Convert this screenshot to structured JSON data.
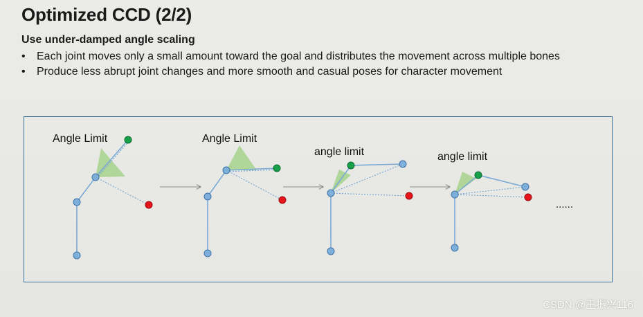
{
  "slide": {
    "title": "Optimized CCD (2/2)",
    "subtitle": "Use under-damped angle scaling",
    "bullet_marker": "•",
    "bullets": [
      "Each joint moves only a small amount toward the goal and distributes the movement across multiple bones",
      "Produce less abrupt joint changes and more smooth and casual poses for character movement"
    ]
  },
  "diagram": {
    "stage_labels": [
      "Angle Limit",
      "Angle Limit",
      "angle limit",
      "angle limit"
    ],
    "continuation": "......",
    "colors": {
      "joint": "#7fb0dc",
      "joint_stroke": "#3f73a6",
      "bone": "#79a9d4",
      "effector": "#17a04a",
      "goal": "#e5151b",
      "limit_cone": "#a6d28c",
      "arrow": "#888888",
      "frame": "#3d6f94"
    }
  },
  "watermark": "CSDN @王振兴116"
}
